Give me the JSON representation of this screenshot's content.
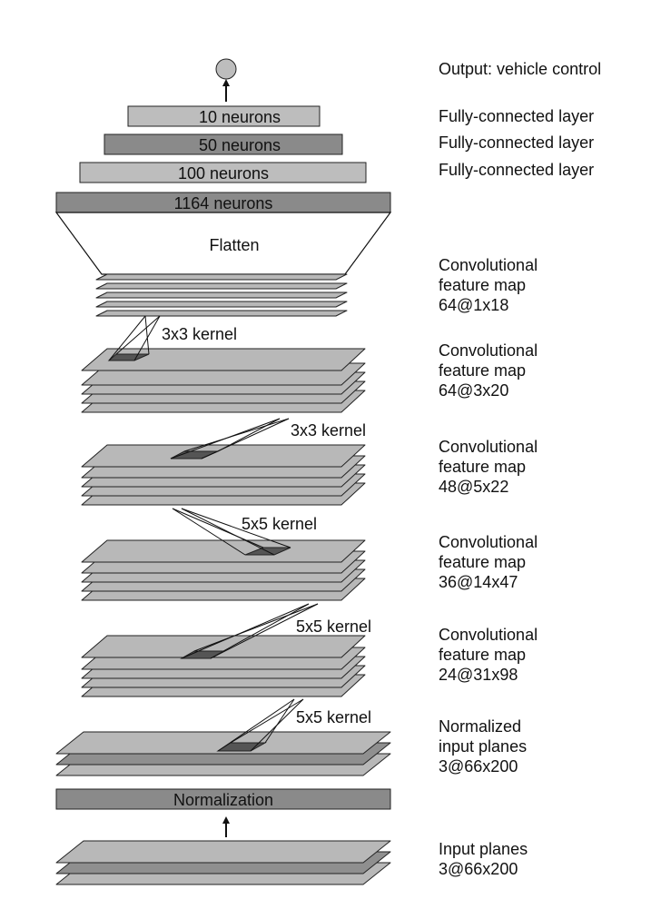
{
  "output_label": "Output: vehicle control",
  "fc_layers": [
    {
      "box_text": "10 neurons",
      "side_label": "Fully-connected layer"
    },
    {
      "box_text": "50 neurons",
      "side_label": "Fully-connected layer"
    },
    {
      "box_text": "100 neurons",
      "side_label": "Fully-connected layer"
    }
  ],
  "flatten_box_text": "1164 neurons",
  "flatten_label": "Flatten",
  "kernel_labels": [
    "3x3 kernel",
    "3x3 kernel",
    "5x5 kernel",
    "5x5 kernel",
    "5x5 kernel"
  ],
  "feature_maps": [
    {
      "line1": "Convolutional",
      "line2": "feature map",
      "line3": "64@1x18"
    },
    {
      "line1": "Convolutional",
      "line2": "feature map",
      "line3": "64@3x20"
    },
    {
      "line1": "Convolutional",
      "line2": "feature map",
      "line3": "48@5x22"
    },
    {
      "line1": "Convolutional",
      "line2": "feature map",
      "line3": "36@14x47"
    },
    {
      "line1": "Convolutional",
      "line2": "feature map",
      "line3": "24@31x98"
    }
  ],
  "normalized_planes": {
    "line1": "Normalized",
    "line2": "input planes",
    "line3": "3@66x200"
  },
  "normalization_box_text": "Normalization",
  "input_planes": {
    "line1": "Input planes",
    "line2": "3@66x200"
  },
  "colors": {
    "light_gray": "#bdbdbd",
    "dark_gray": "#8a8a8a",
    "kernel": "#555555"
  }
}
